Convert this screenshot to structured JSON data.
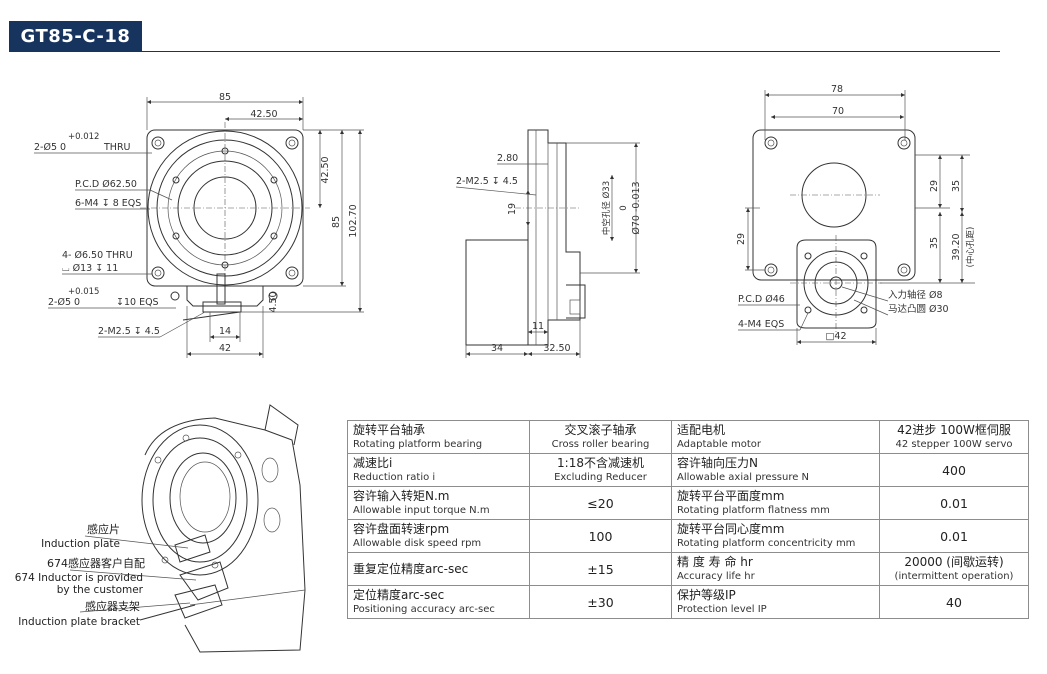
{
  "title": "GT85-C-18",
  "front_view": {
    "width_85": "85",
    "half_42_50": "42.50",
    "hole_thru_tol": "+0.012",
    "hole_thru_spec": "2-Ø5  0",
    "hole_thru_suffix": "THRU",
    "pcd": "P.C.D Ø62.50",
    "tapped": "6-M4 ↧ 8 EQS",
    "cbore_1": "4- Ø6.50 THRU",
    "cbore_2": "⌴ Ø13 ↧ 11",
    "hole_tol": "+0.015",
    "hole_spec": "2-Ø5  0",
    "hole_depth": "↧10 EQS",
    "m25": "2-M2.5 ↧ 4.5",
    "v_42_50": "42.50",
    "v_85": "85",
    "v_102_70": "102.70",
    "v_4_50": "4.50",
    "w_14": "14",
    "w_42": "42"
  },
  "side_view": {
    "d_2_80": "2.80",
    "m25": "2-M2.5 ↧ 4.5",
    "d_19": "19",
    "bore_label": "中空孔径 Ø33",
    "tol": "0",
    "d_70": "Ø70 -0.013",
    "d_11": "11",
    "d_34": "34",
    "d_32_50": "32.50"
  },
  "motor_view": {
    "w_78": "78",
    "w_70": "70",
    "h_29_top": "29",
    "h_35_top": "35",
    "h_29_left": "29",
    "h_35_mid": "35",
    "h_39_20": "39.20",
    "center_label": "(中心孔距)",
    "pcd46": "P.C.D Ø46",
    "m4": "4-M4 EQS",
    "shaft": "入力轴径 Ø8",
    "boss": "马达凸圆 Ø30",
    "sq42": "□42"
  },
  "callouts": {
    "plate_cn": "感应片",
    "plate_en": "Induction plate",
    "sensor_cn": "674感应器客户自配",
    "sensor_en_1": "674 Inductor is provided",
    "sensor_en_2": "by the customer",
    "bracket_cn": "感应器支架",
    "bracket_en": "Induction plate bracket"
  },
  "spec_table": [
    {
      "k1_cn": "旋转平台轴承",
      "k1_en": "Rotating platform bearing",
      "v1_cn": "交叉滚子轴承",
      "v1_en": "Cross roller bearing",
      "k2_cn": "适配电机",
      "k2_en": "Adaptable motor",
      "v2_cn": "42进步 100W框伺服",
      "v2_en": "42 stepper 100W servo"
    },
    {
      "k1_cn": "减速比i",
      "k1_en": "Reduction ratio i",
      "v1_cn": "1:18不含减速机",
      "v1_en": "Excluding Reducer",
      "k2_cn": "容许轴向压力N",
      "k2_en": "Allowable axial pressure N",
      "v2_cn": "400",
      "v2_en": ""
    },
    {
      "k1_cn": "容许输入转矩N.m",
      "k1_en": "Allowable input torque N.m",
      "v1_cn": "≤20",
      "v1_en": "",
      "k2_cn": "旋转平台平面度mm",
      "k2_en": "Rotating platform flatness mm",
      "v2_cn": "0.01",
      "v2_en": ""
    },
    {
      "k1_cn": "容许盘面转速rpm",
      "k1_en": "Allowable disk speed rpm",
      "v1_cn": "100",
      "v1_en": "",
      "k2_cn": "旋转平台同心度mm",
      "k2_en": "Rotating platform concentricity mm",
      "v2_cn": "0.01",
      "v2_en": ""
    },
    {
      "k1_cn": "重复定位精度arc-sec",
      "k1_en": "",
      "v1_cn": "±15",
      "v1_en": "",
      "k2_cn": "精 度 寿 命 hr",
      "k2_en": "Accuracy life hr",
      "v2_cn": "20000 (间歇运转)",
      "v2_en": "(intermittent operation)"
    },
    {
      "k1_cn": "定位精度arc-sec",
      "k1_en": "Positioning accuracy arc-sec",
      "v1_cn": "±30",
      "v1_en": "",
      "k2_cn": "保护等级IP",
      "k2_en": "Protection level IP",
      "v2_cn": "40",
      "v2_en": ""
    }
  ]
}
